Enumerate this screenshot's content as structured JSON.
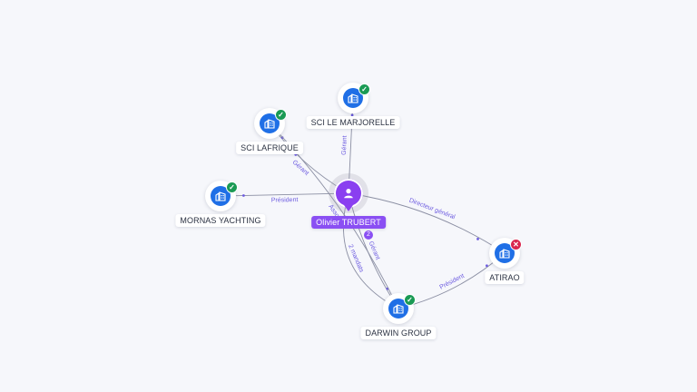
{
  "colors": {
    "edge": "#8b8fa3",
    "edge_label": "#6d5ce0",
    "company": "#1f6fe6",
    "person": "#8a3ff0",
    "active": "#1a9a54",
    "closed": "#d9264f"
  },
  "person": {
    "name": "Olivier TRUBERT",
    "icon": "user-icon",
    "mandate_count": "2"
  },
  "companies": [
    {
      "key": "sci-le-marjorelle",
      "name": "SCI LE MARJORELLE",
      "icon": "company-icon",
      "status": "active",
      "status_icon": "check-icon"
    },
    {
      "key": "sci-lafrique",
      "name": "SCI LAFRIQUE",
      "icon": "company-icon",
      "status": "active",
      "status_icon": "check-icon"
    },
    {
      "key": "mornas-yachting",
      "name": "MORNAS YACHTING",
      "icon": "company-icon",
      "status": "active",
      "status_icon": "check-icon"
    },
    {
      "key": "atirao",
      "name": "ATIRAO",
      "icon": "company-icon",
      "status": "closed",
      "status_icon": "cross-icon"
    },
    {
      "key": "darwin-group",
      "name": "DARWIN GROUP",
      "icon": "company-icon",
      "status": "active",
      "status_icon": "check-icon"
    }
  ],
  "edges": [
    {
      "from": "person",
      "to": "sci-le-marjorelle",
      "label": "Gérant"
    },
    {
      "from": "person",
      "to": "sci-lafrique",
      "label": "Gérant"
    },
    {
      "from": "person",
      "to": "mornas-yachting",
      "label": "Président"
    },
    {
      "from": "person",
      "to": "atirao",
      "label": "Directeur général"
    },
    {
      "from": "person",
      "to": "darwin-group",
      "label": "Gérant"
    },
    {
      "from": "darwin-group",
      "to": "sci-lafrique",
      "label": "Associé"
    },
    {
      "from": "darwin-group",
      "to": "person",
      "label": "2 mandats"
    },
    {
      "from": "darwin-group",
      "to": "atirao",
      "label": "Président"
    }
  ]
}
